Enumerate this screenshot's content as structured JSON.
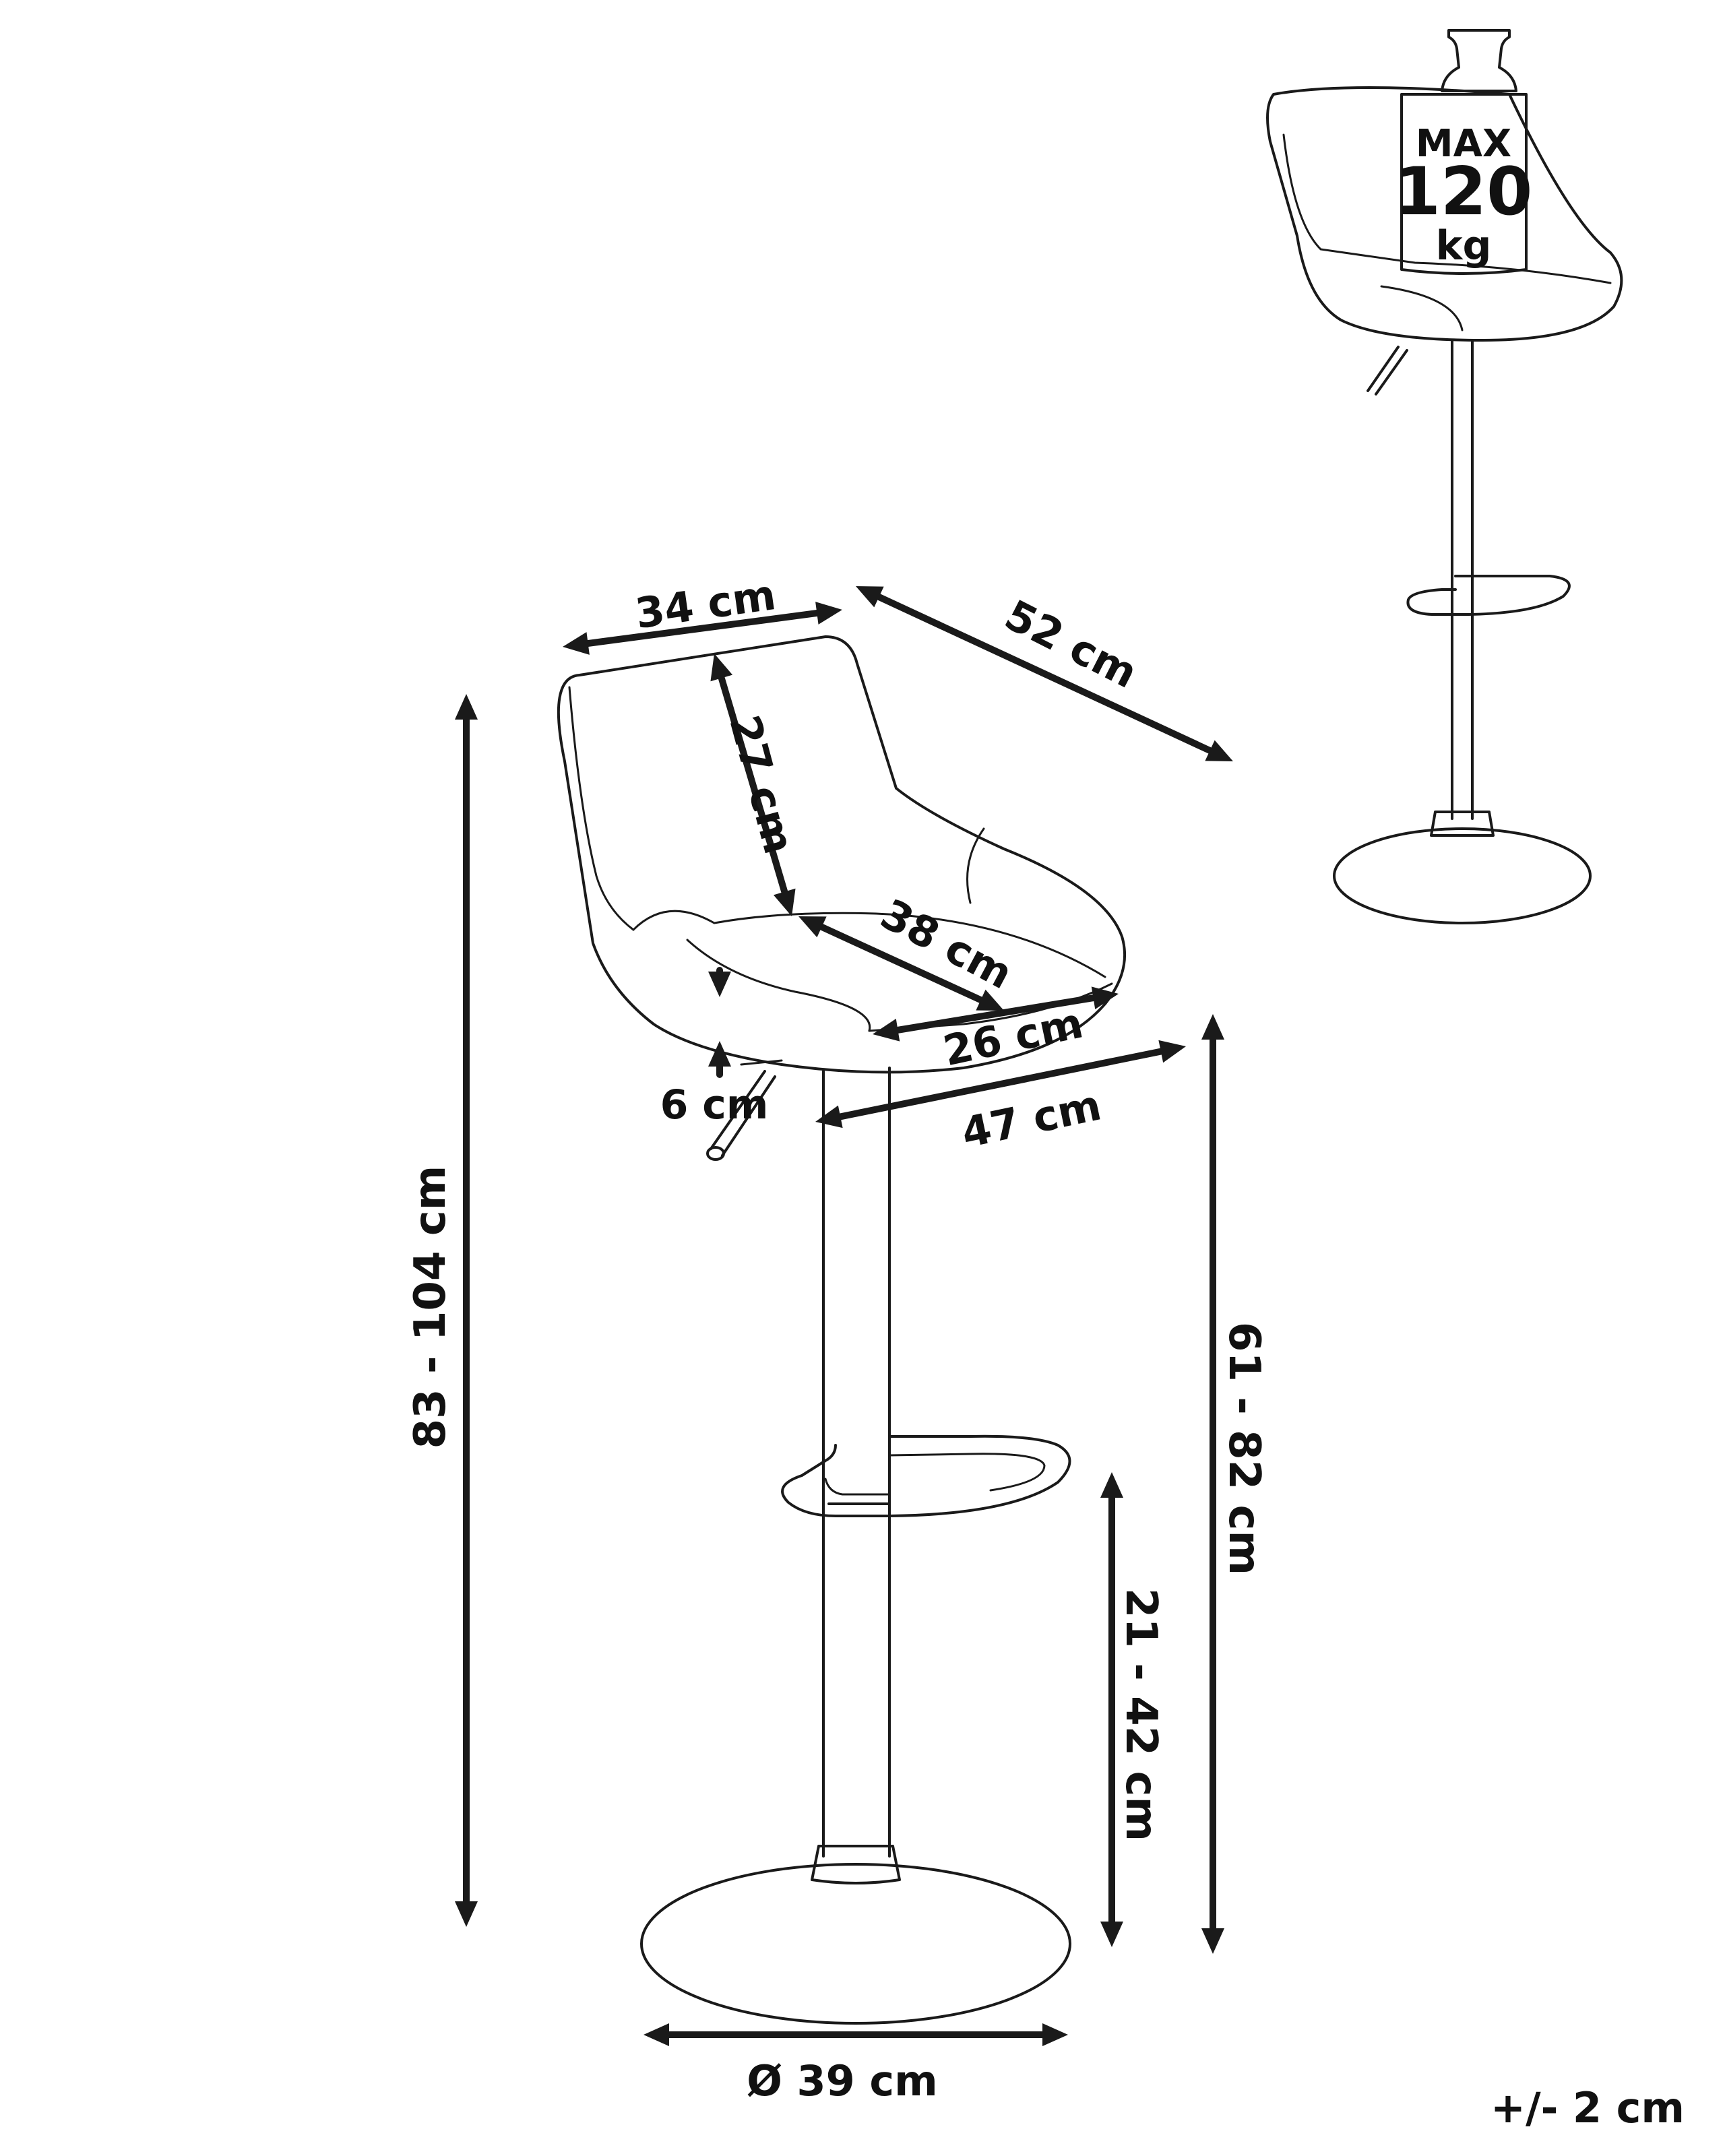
{
  "dimensions": {
    "seat_width": "34 cm",
    "backrest_height": "27 cm",
    "overall_depth": "52 cm",
    "seat_depth": "38 cm",
    "seat_front_width": "26 cm",
    "seat_thickness": "6 cm",
    "overall_width": "47 cm",
    "total_height": "83 - 104 cm",
    "seat_height": "61 - 82 cm",
    "footrest_height": "21 - 42 cm",
    "base_diameter": "Ø 39 cm"
  },
  "max_load": {
    "label": "MAX",
    "value": "120",
    "unit": "kg"
  },
  "tolerance": "+/- 2 cm",
  "colors": {
    "line": "#1a1a1a",
    "background": "#ffffff"
  }
}
